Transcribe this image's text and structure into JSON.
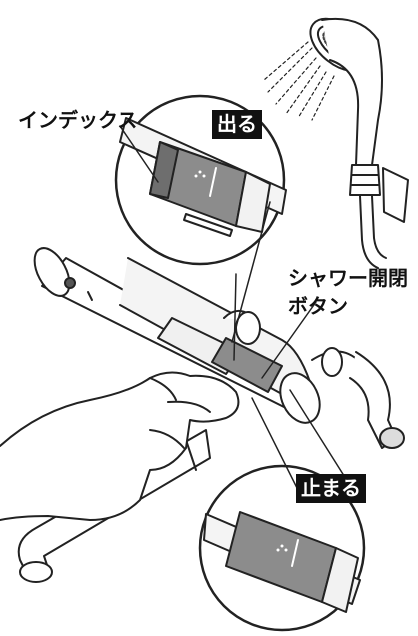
{
  "labels": {
    "index": "インデックス",
    "open": "出る",
    "shower_button_line1": "シャワー開閉",
    "shower_button_line2": "ボタン",
    "close": "止まる"
  },
  "icons": {
    "shower_head": "shower-head-icon",
    "indicator_symbol": "shower-symbol-icon"
  },
  "colors": {
    "tag_background": "#111111",
    "tag_text": "#ffffff",
    "line": "#222222",
    "button_face": "#8c8c8c"
  }
}
